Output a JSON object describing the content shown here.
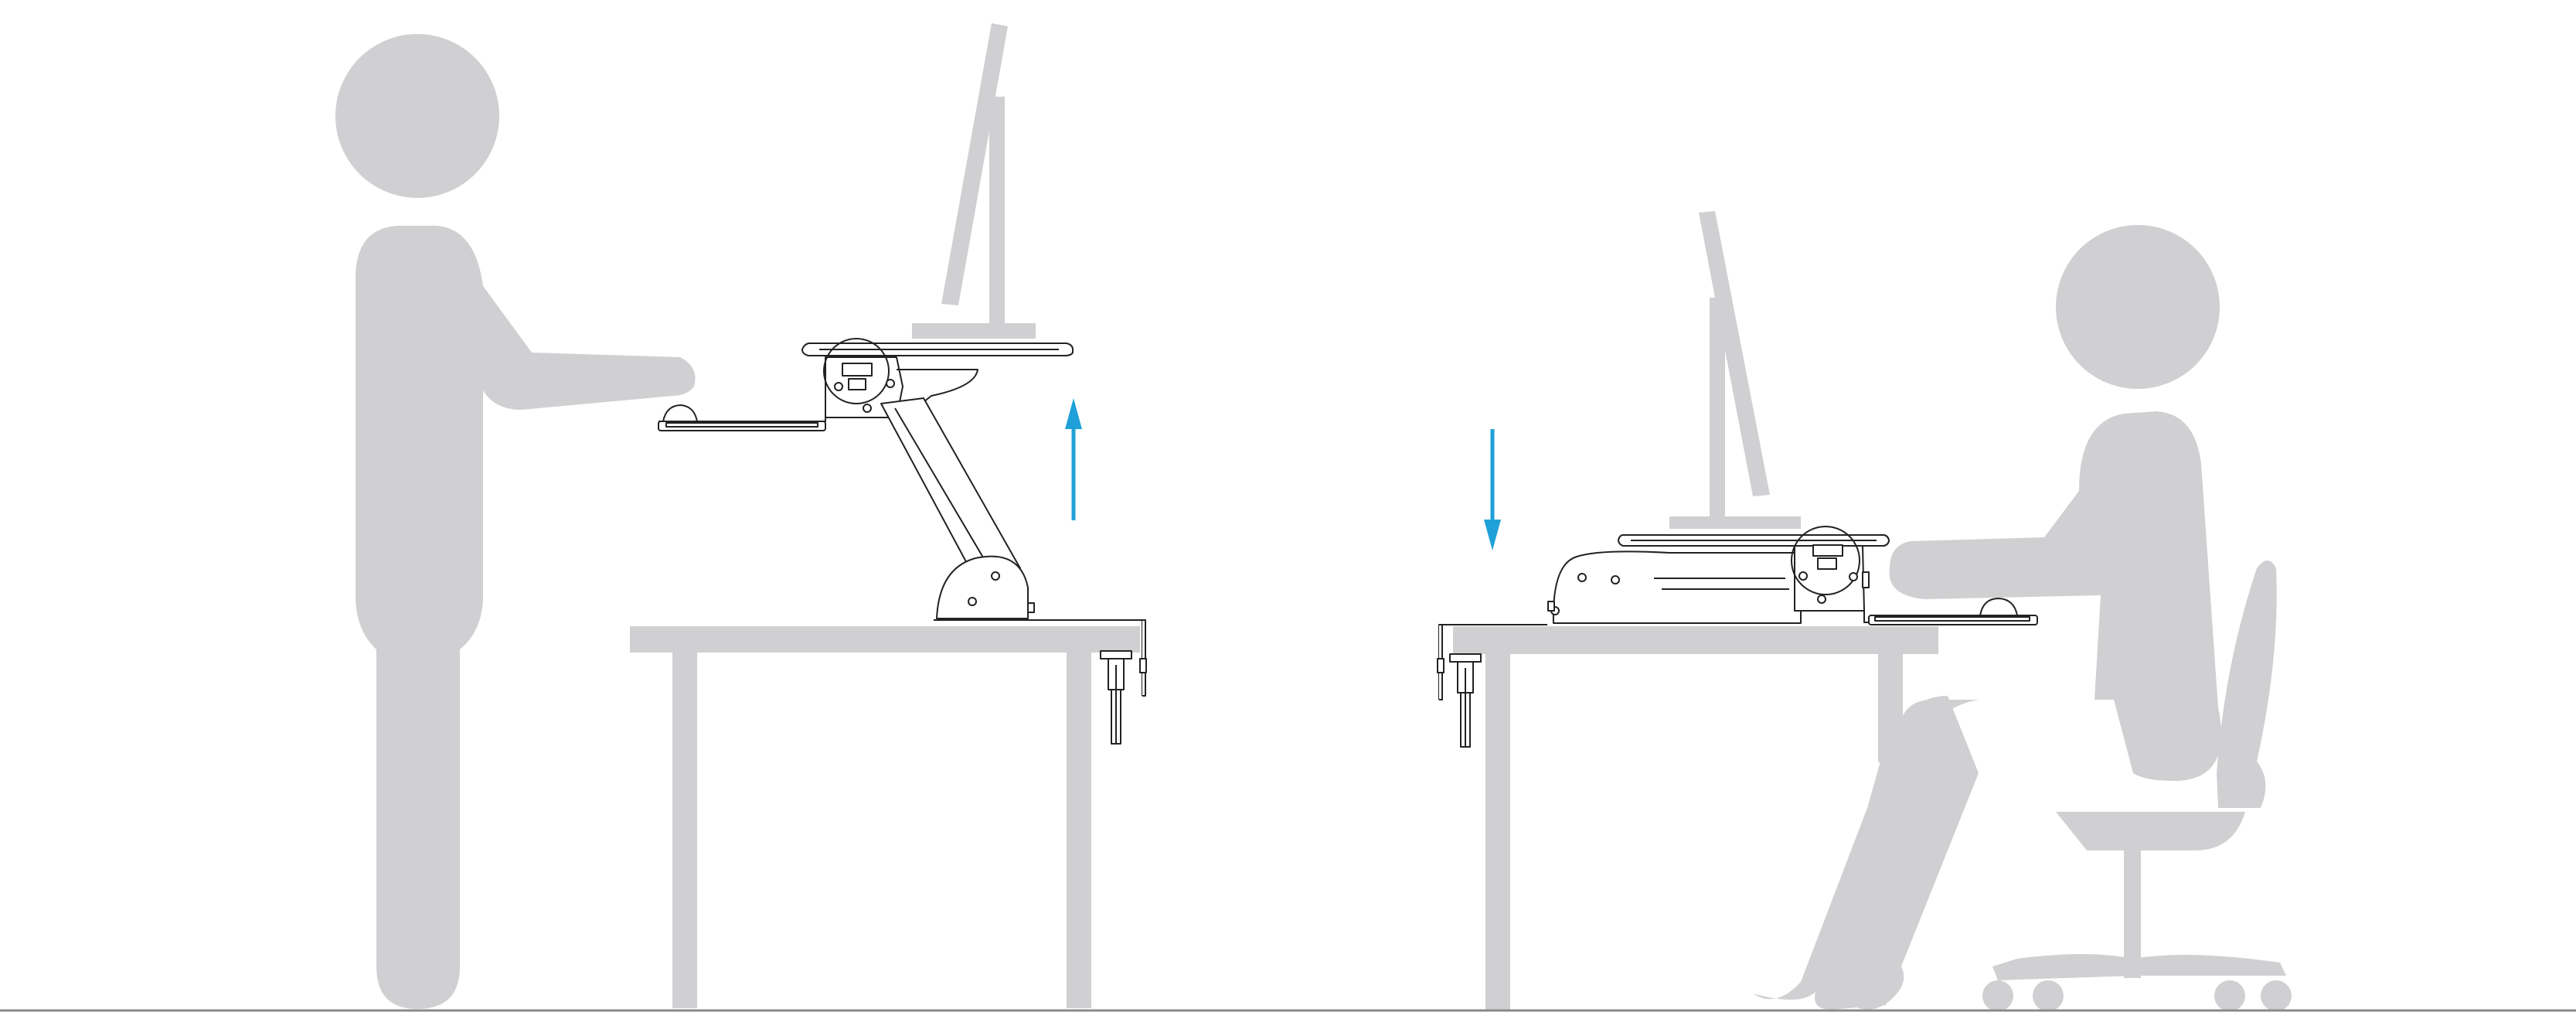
{
  "palette": {
    "background": "#ffffff",
    "silhouette": "#d0d0d2",
    "line_art": "#222222",
    "arrow": "#1fa0d8",
    "floor": "#8a8a8a"
  },
  "icons": {
    "standing_person": "standing-person-icon",
    "sitting_person": "sitting-person-icon",
    "office_chair": "office-chair-icon",
    "monitor": "monitor-icon",
    "desk": "desk-icon",
    "sit_stand_converter": "sit-stand-converter-icon",
    "desk_clamp": "desk-clamp-icon",
    "raise_arrow": "arrow-up-icon",
    "lower_arrow": "arrow-down-icon"
  },
  "scenes": [
    {
      "mode": "standing",
      "converter_state": "raised",
      "arrow_direction": "up"
    },
    {
      "mode": "sitting",
      "converter_state": "lowered",
      "arrow_direction": "down"
    }
  ]
}
